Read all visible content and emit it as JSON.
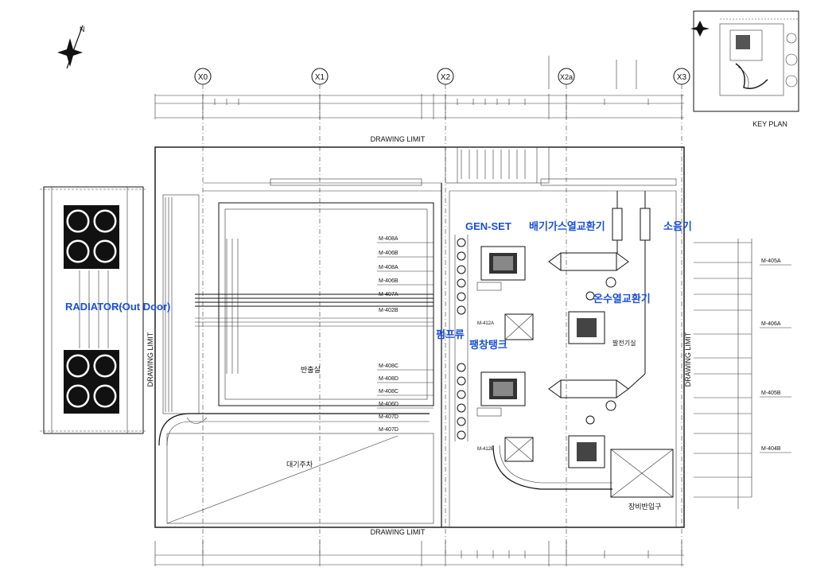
{
  "grid_labels": [
    "X0",
    "X1",
    "X2",
    "X2a",
    "X3"
  ],
  "key_plan_label": "KEY PLAN",
  "drawing_limit_top": "DRAWING LIMIT",
  "drawing_limit_bottom": "DRAWING LIMIT",
  "drawing_limit_left": "DRAWING LIMIT",
  "drawing_limit_right": "DRAWING LIMIT",
  "annotations": {
    "gen_set": "GEN-SET",
    "exhaust_hx": "배기가스열교환기",
    "silencer": "소음기",
    "radiator": "RADIATOR(Out Door)",
    "hot_water_hx": "온수열교환기",
    "pump": "펌프류",
    "expansion_tank": "팽창탱크"
  },
  "room_labels": {
    "carry_in_room": "반출실",
    "standby_parking": "대기주차",
    "equipment_entrance": "장비반입구",
    "generator_room": "발전기실"
  },
  "equipment_tags": {
    "left_upper": [
      "M-408A",
      "M-406B",
      "M-408A",
      "M-406B",
      "M-407A",
      "M-402B"
    ],
    "left_lower": [
      "M-408C",
      "M-408D",
      "M-408C",
      "M-406D",
      "M-407D",
      "M-407D"
    ],
    "tank_upper": "M-412A",
    "tank_lower": "M-412B",
    "right_side": [
      "M-405A",
      "M-406A",
      "M-405B",
      "M-404B"
    ]
  },
  "colors": {
    "annotation": "#1a4fd6",
    "linework": "#111111"
  }
}
